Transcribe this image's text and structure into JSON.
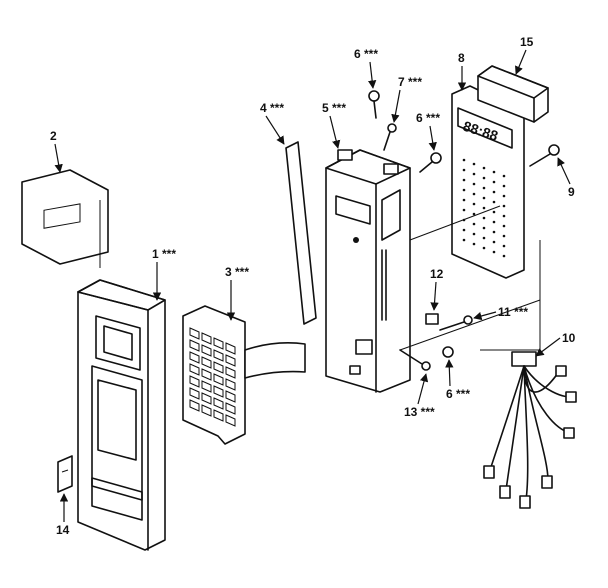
{
  "callouts": {
    "c1": "1 ***",
    "c2": "2",
    "c3": "3 ***",
    "c4": "4 ***",
    "c5": "5 ***",
    "c6a": "6 ***",
    "c6b": "6 ***",
    "c6c": "6 ***",
    "c7": "7 ***",
    "c8": "8",
    "c9": "9",
    "c10": "10",
    "c11": "11 ***",
    "c12": "12",
    "c13": "13 ***",
    "c14": "14",
    "c15": "15"
  }
}
